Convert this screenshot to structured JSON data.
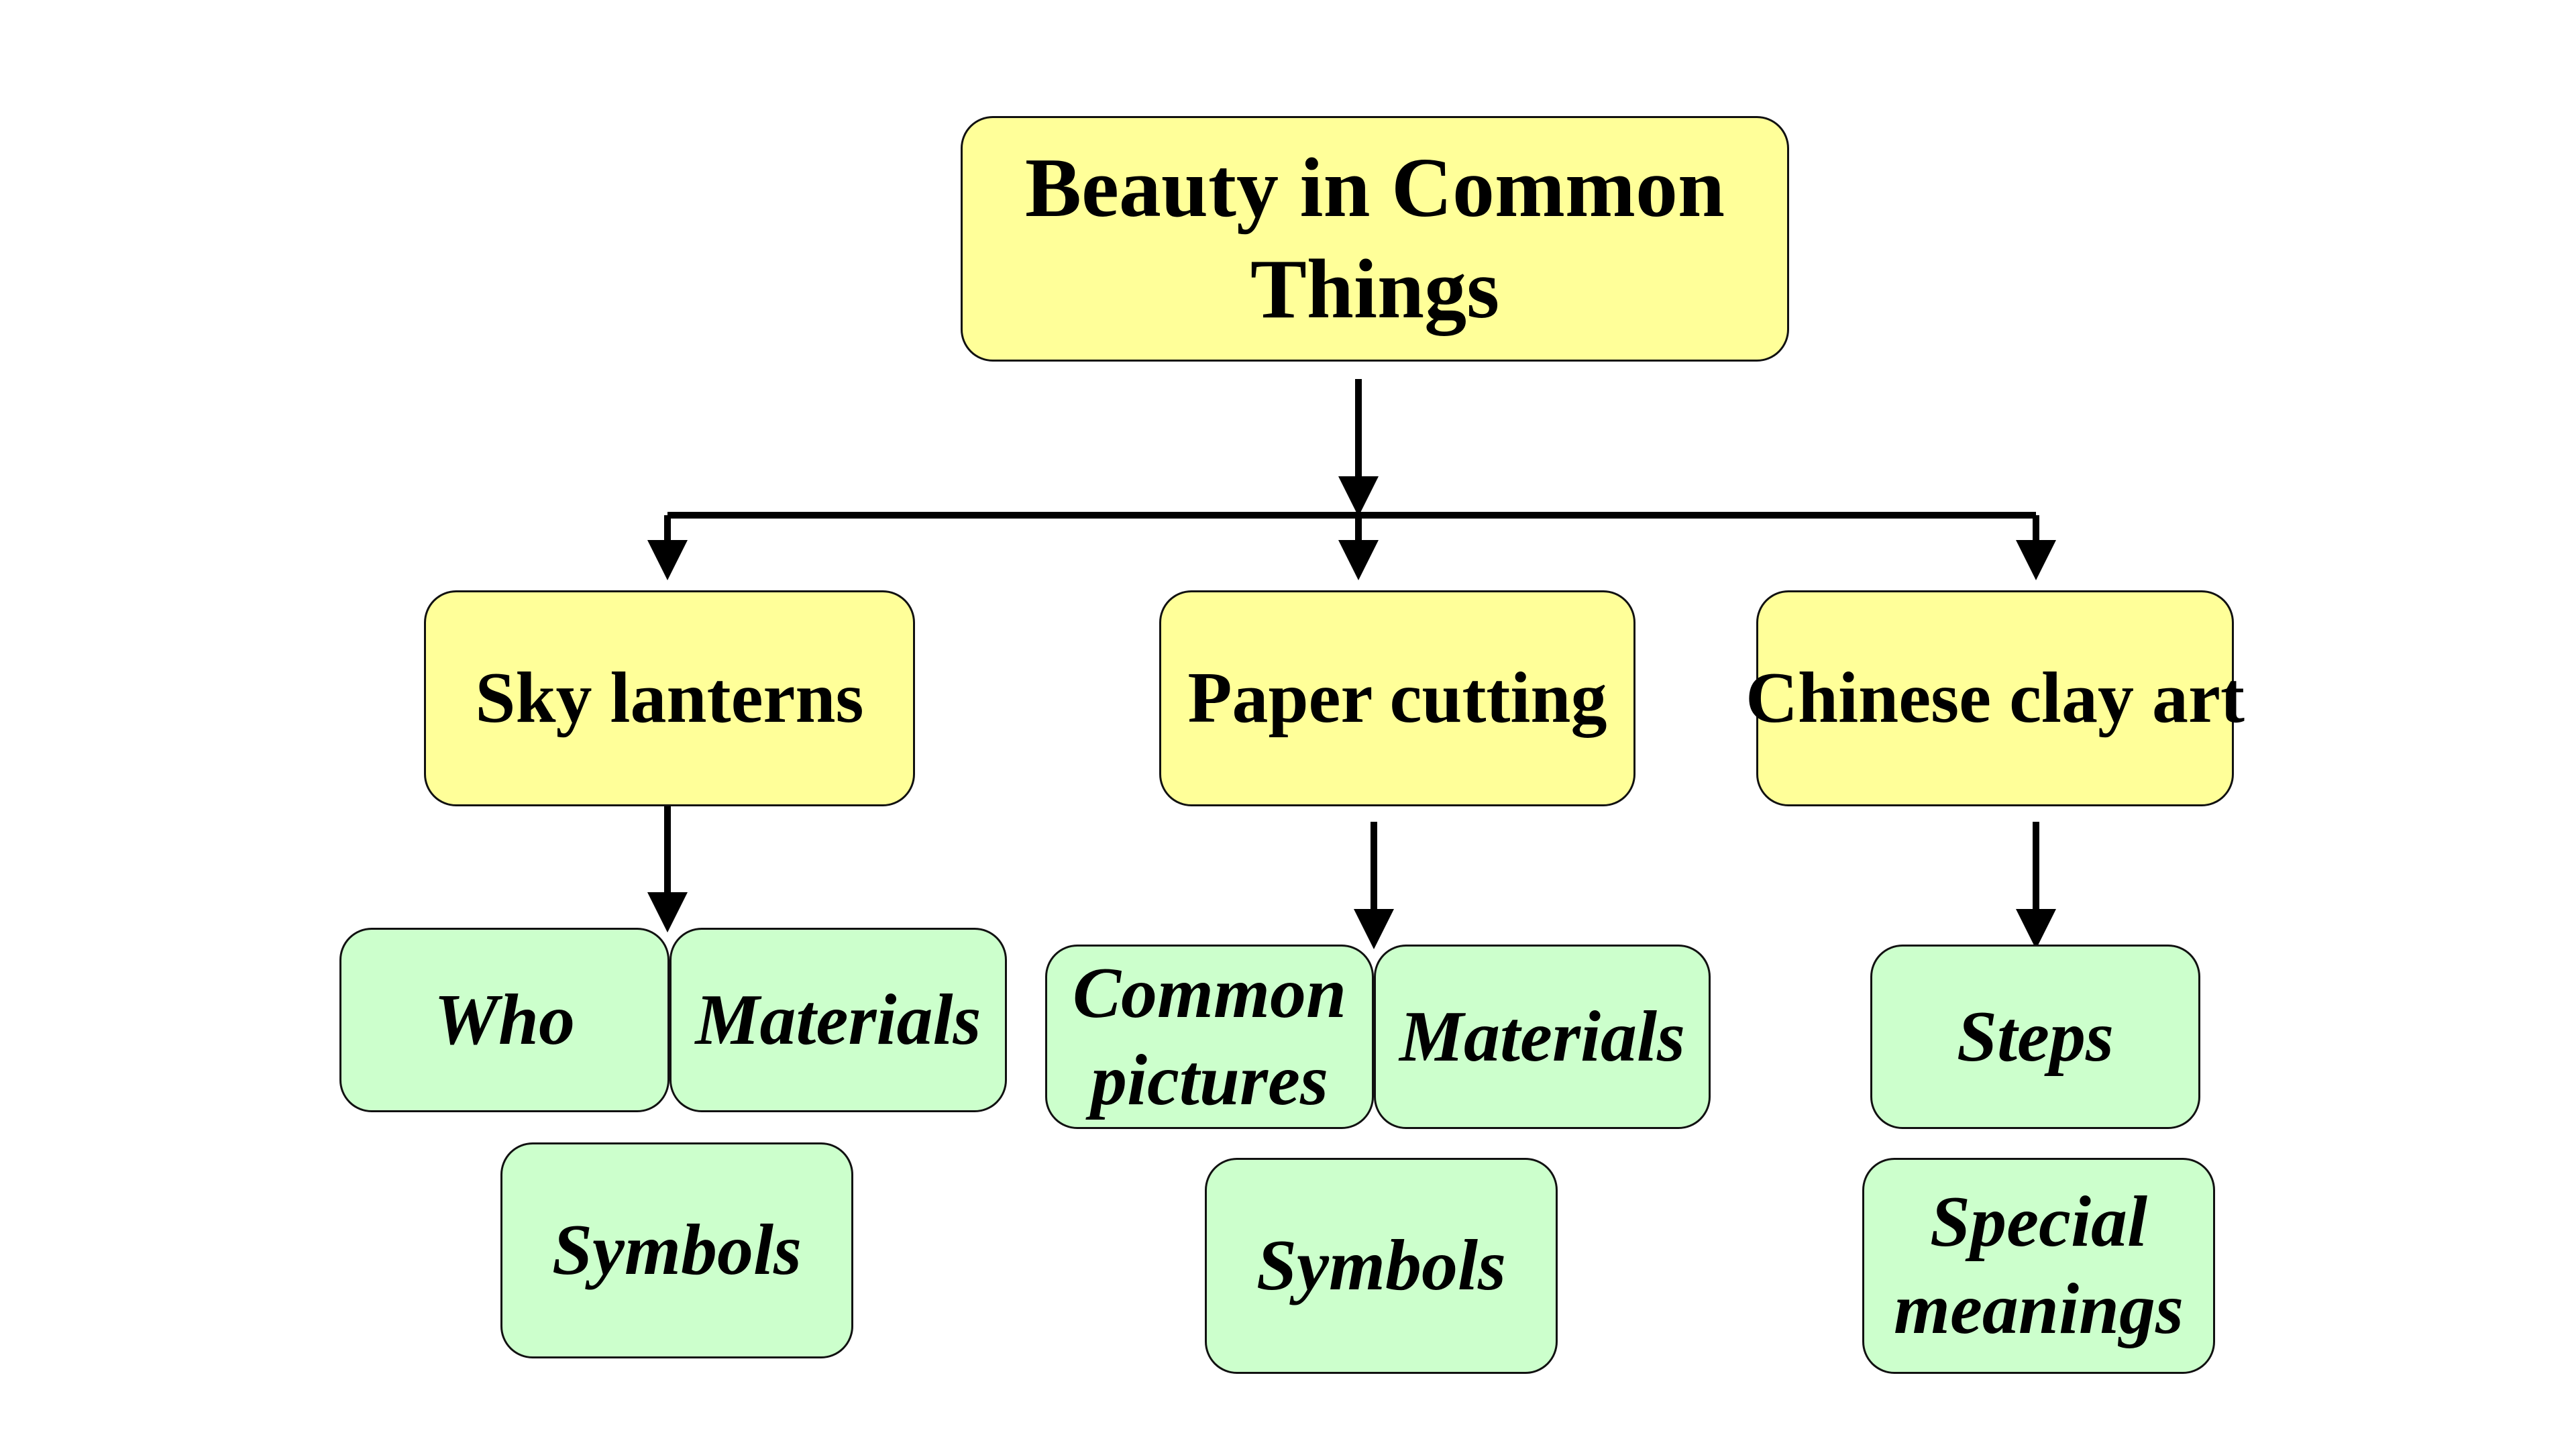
{
  "diagram": {
    "root": {
      "label": "Beauty in Common Things"
    },
    "categories": [
      {
        "label": "Sky lanterns",
        "items": [
          {
            "label": "Who"
          },
          {
            "label": "Materials"
          },
          {
            "label": "Symbols"
          }
        ]
      },
      {
        "label": "Paper cutting",
        "items": [
          {
            "label": "Common pictures"
          },
          {
            "label": "Materials"
          },
          {
            "label": "Symbols"
          }
        ]
      },
      {
        "label": "Chinese clay art",
        "items": [
          {
            "label": "Steps"
          },
          {
            "label": "Special meanings"
          }
        ]
      }
    ],
    "colors": {
      "topic_fill": "#ffff99",
      "subtopic_fill": "#ccffcc",
      "outline": "#111111",
      "arrow": "#000000"
    }
  }
}
